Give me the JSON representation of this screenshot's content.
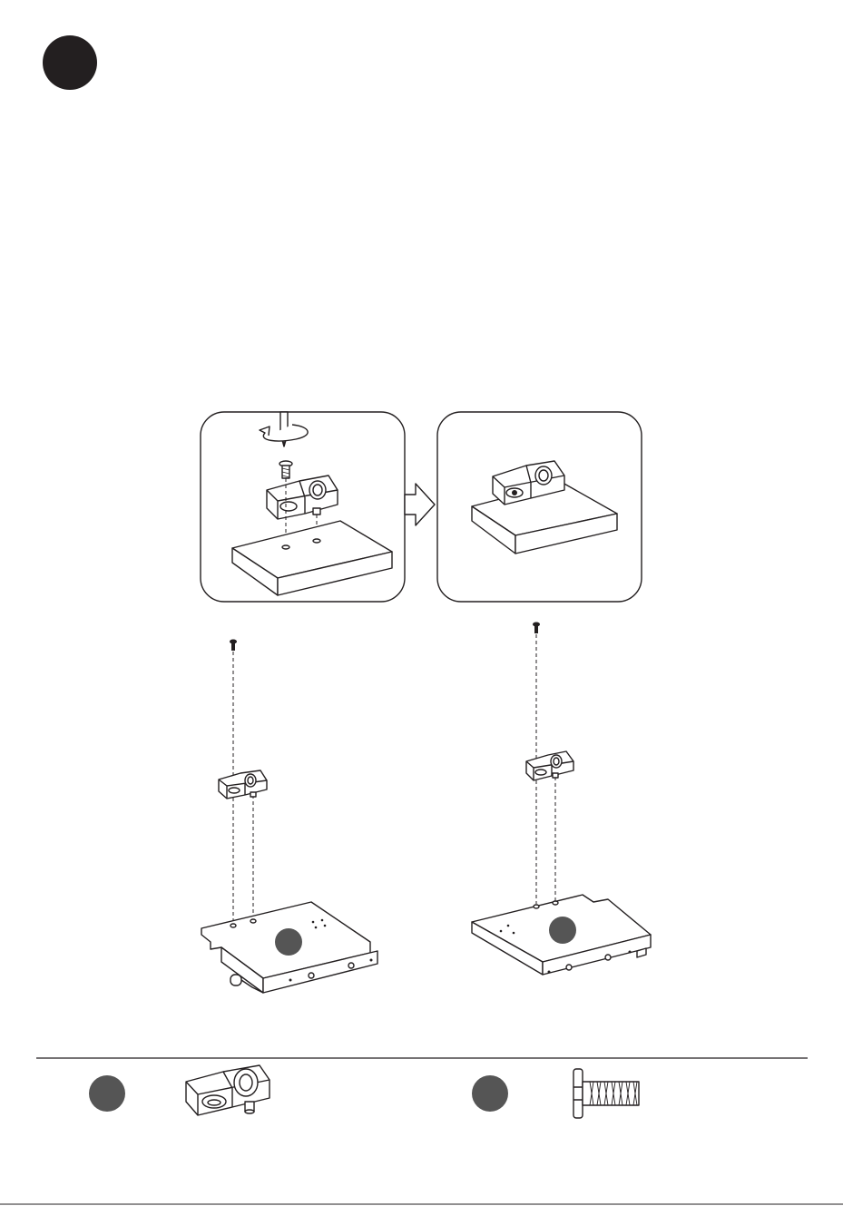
{
  "page": {
    "step_badge": {
      "label": "",
      "color": "#231f20"
    },
    "part_badge_color": "#555555",
    "line_color": "#231f20"
  },
  "detail_panels": [
    {
      "name": "before-tightening",
      "icon": "screwdriver-icon"
    },
    {
      "name": "after-tightening",
      "icon": "bracket-icon"
    }
  ],
  "transition_icon": "right-arrow-icon",
  "assemblies": [
    {
      "name": "left-panel-assembly",
      "part_badge": ""
    },
    {
      "name": "right-panel-assembly",
      "part_badge": ""
    }
  ],
  "parts_legend": [
    {
      "icon": "corner-bracket-icon",
      "badge": ""
    },
    {
      "icon": "screw-icon",
      "badge": ""
    }
  ]
}
